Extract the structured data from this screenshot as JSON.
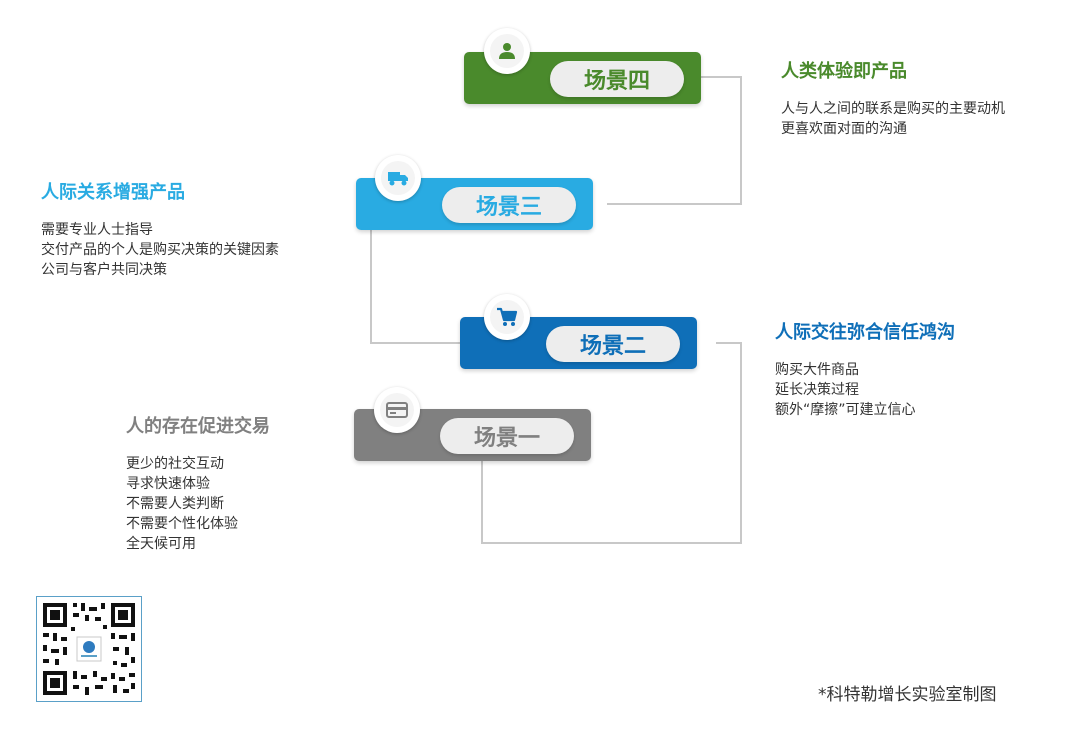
{
  "colors": {
    "scene4": "#4a8a2c",
    "scene3": "#29abe2",
    "scene2": "#0f6fb8",
    "scene1": "#808080",
    "connector": "#c8c8c8"
  },
  "scenes": [
    {
      "id": "scene4",
      "label": "场景四",
      "icon": "user-icon"
    },
    {
      "id": "scene3",
      "label": "场景三",
      "icon": "truck-icon"
    },
    {
      "id": "scene2",
      "label": "场景二",
      "icon": "cart-icon"
    },
    {
      "id": "scene1",
      "label": "场景一",
      "icon": "card-icon"
    }
  ],
  "descriptions": {
    "scene4": {
      "title": "人类体验即产品",
      "lines": [
        "人与人之间的联系是购买的主要动机",
        "更喜欢面对面的沟通"
      ]
    },
    "scene3": {
      "title": "人际关系增强产品",
      "lines": [
        "需要专业人士指导",
        "交付产品的个人是购买决策的关键因素",
        "公司与客户共同决策"
      ]
    },
    "scene2": {
      "title": "人际交往弥合信任鸿沟",
      "lines": [
        "购买大件商品",
        "延长决策过程",
        "额外“摩擦”可建立信心"
      ]
    },
    "scene1": {
      "title": "人的存在促进交易",
      "lines": [
        "更少的社交互动",
        "寻求快速体验",
        "不需要人类判断",
        "不需要个性化体验",
        "全天候可用"
      ]
    }
  },
  "credit": "*科特勒增长实验室制图",
  "qr_icon": "qr-code-icon"
}
